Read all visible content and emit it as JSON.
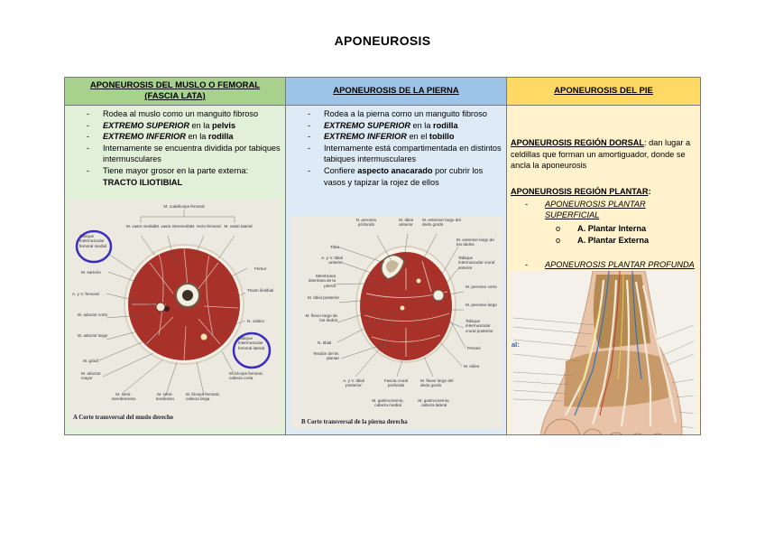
{
  "title": "APONEUROSIS",
  "columns": [
    {
      "header_line1": "APONEUROSIS DEL MUSLO O FEMORAL",
      "header_line2": "(FASCIA LATA)",
      "bullets": [
        {
          "parts": [
            {
              "t": "Rodea al muslo como un manguito fibroso",
              "s": "n"
            }
          ]
        },
        {
          "parts": [
            {
              "t": "EXTREMO SUPERIOR",
              "s": "bi"
            },
            {
              "t": " en la ",
              "s": "n"
            },
            {
              "t": "pelvis",
              "s": "b"
            }
          ]
        },
        {
          "parts": [
            {
              "t": "EXTREMO INFERIOR",
              "s": "bi"
            },
            {
              "t": " en la ",
              "s": "n"
            },
            {
              "t": "rodilla",
              "s": "b"
            }
          ]
        },
        {
          "parts": [
            {
              "t": "Internamente se encuentra dividida por tabiques intermusculares",
              "s": "n"
            }
          ]
        },
        {
          "parts": [
            {
              "t": "Tiene mayor grosor en la parte externa: ",
              "s": "n"
            },
            {
              "t": "TRACTO ILIOTIBIAL",
              "s": "b"
            }
          ]
        }
      ],
      "figure": {
        "caption": "A  Corte transversal del muslo derecho",
        "labels": {
          "cuadriceps": "M. cuádriceps femoral",
          "vasto_medial": "M. vasto medial",
          "vasto_intermedio": "M. vasto intermedio",
          "recto_femoral": "M. recto femoral",
          "vasto_lateral": "M. vasto lateral",
          "tabique_medial": "Tabique intermuscular femoral medial",
          "sartorio": "M. sartorio",
          "femur": "Fémur",
          "vasos_femorales": "A. y V. femoral",
          "tracto": "Tracto iliotibial",
          "aductor_corto": "M. aductor corto",
          "ciatico": "N. ciático",
          "aductor_largo": "M. aductor largo",
          "tabique_lateral": "Tabique intermuscular femoral lateral",
          "gracil": "M. grácil",
          "aductor_mayor": "M. aductor mayor",
          "biceps_corta": "M. bíceps femoral, cabeza corta",
          "semimembranoso": "M. semi-membranoso",
          "semitendinoso": "M. semi-tendinoso",
          "biceps_larga": "M. bíceps femoral, cabeza larga"
        }
      }
    },
    {
      "header_line1": "APONEUROSIS DE LA PIERNA",
      "bullets": [
        {
          "parts": [
            {
              "t": "Rodea a la pierna como un manguito fibroso",
              "s": "n"
            }
          ]
        },
        {
          "parts": [
            {
              "t": "EXTREMO SUPERIOR",
              "s": "bi"
            },
            {
              "t": " en la ",
              "s": "n"
            },
            {
              "t": "rodilla",
              "s": "b"
            }
          ]
        },
        {
          "parts": [
            {
              "t": "EXTREMO INFERIOR",
              "s": "bi"
            },
            {
              "t": " en el ",
              "s": "n"
            },
            {
              "t": "tobillo",
              "s": "b"
            }
          ]
        },
        {
          "parts": [
            {
              "t": "Internamente está compartimentada en distintos tabiques intermusculares",
              "s": "n"
            }
          ]
        },
        {
          "parts": [
            {
              "t": "Confiere ",
              "s": "n"
            },
            {
              "t": "aspecto anacarado",
              "s": "b"
            },
            {
              "t": " por cubrir los vasos y tapizar la rojez de ellos",
              "s": "n"
            }
          ]
        }
      ],
      "figure": {
        "caption": "B  Corte transversal de la pierna derecha",
        "labels": {
          "peroneo_profundo": "N. peroneo profundo",
          "tibial_anterior": "M. tibial anterior",
          "extensor_largo_dedo_gordo": "M. extensor largo del dedo gordo",
          "tibia": "Tibia",
          "extensor_largo_dedos": "M. extensor largo de los dedos",
          "vasos_tibial_anterior": "A. y V. tibial anterior",
          "tabique_crural_anterior": "Tabique intermuscular crural anterior",
          "membrana_interosea": "Membrana interósea de la pierna",
          "tibial_posterior": "M. tibial posterior",
          "peroneo_corto": "M. peroneo corto",
          "flexor_largo_dedos": "M. flexor largo de los dedos",
          "peroneo_largo": "M. peroneo largo",
          "tabique_crural_posterior": "Tabique intermuscular crural posterior",
          "n_tibial": "N. tibial",
          "perone": "Peroné",
          "tendon_plantar": "Tendón del M. plantar",
          "soleo": "M. sóleo",
          "vasos_tibial_posterior": "A. y V. tibial posterior",
          "fascia_crural": "Fascia crural profunda",
          "flexor_largo_dedo_gordo": "M. flexor largo del dedo gordo",
          "gastrocnemio_medial": "M. gastrocnemio, cabeza medial",
          "gastrocnemio_lateral": "M. gastrocnemio, cabeza lateral"
        }
      }
    },
    {
      "header_line1": "APONEUROSIS DEL PIE",
      "dorsal_title": "APONEUROSIS REGIÓN DORSAL",
      "dorsal_text": ": dan lugar a celdillas que forman un amortiguador, donde se ancla la aponeurosis",
      "plantar_title": "APONEUROSIS REGIÓN PLANTAR",
      "plantar_colon": ":",
      "superficial": "APONEUROSIS PLANTAR SUPERFICIAL",
      "superficial_items": [
        "A. Plantar Interna",
        "A. Plantar Externa"
      ],
      "profunda": "APONEUROSIS PLANTAR PROFUNDA",
      "figure_tag": "al:"
    }
  ],
  "colors": {
    "col1_header": "#a9d18e",
    "col1_body": "#e2efd9",
    "col2_header": "#9dc3e6",
    "col2_body": "#deebf7",
    "col3_header": "#ffd966",
    "col3_body": "#fff2cc",
    "muscle": "#a8322a",
    "annotation_circle": "#3a2cc0"
  }
}
